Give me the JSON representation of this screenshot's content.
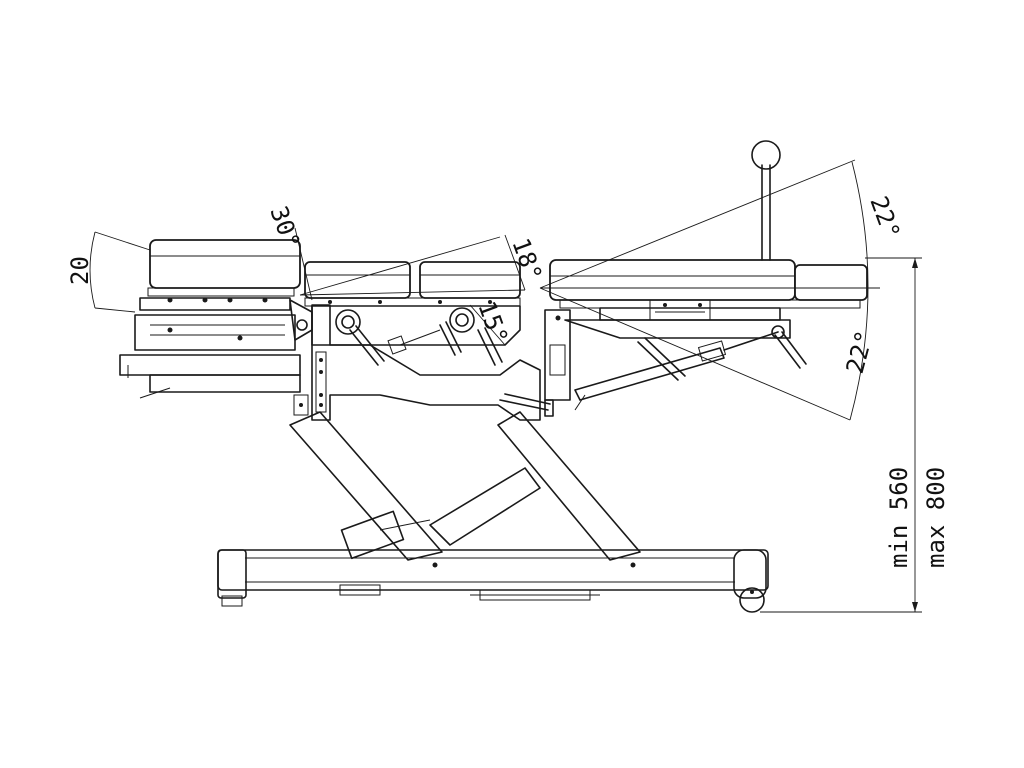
{
  "diagram": {
    "colors": {
      "line": "#1a1a1a",
      "background": "#ffffff"
    },
    "angles": {
      "head_tilt": "30°",
      "chest_tilt": "18°",
      "chest_small": "15°",
      "lumbar_up": "22°",
      "lumbar_down": "22°"
    },
    "dimensions": {
      "head_drop": "20",
      "height_min": "min 560",
      "height_max": "max 800"
    }
  }
}
